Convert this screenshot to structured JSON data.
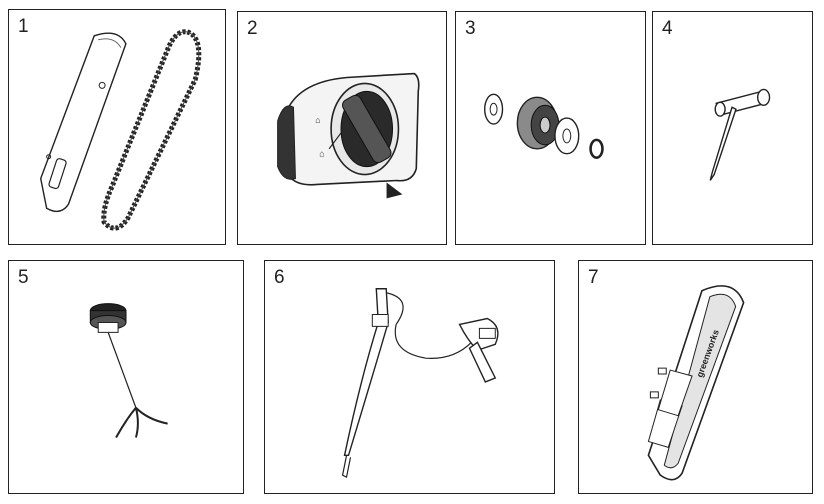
{
  "panels": [
    {
      "number": "1",
      "icon": "guide-bar-and-chain-icon"
    },
    {
      "number": "2",
      "icon": "chain-cover-icon"
    },
    {
      "number": "3",
      "icon": "sprocket-and-washers-icon"
    },
    {
      "number": "4",
      "icon": "bar-wrench-icon"
    },
    {
      "number": "5",
      "icon": "oil-cap-with-filter-icon"
    },
    {
      "number": "6",
      "icon": "shoulder-strap-icon"
    },
    {
      "number": "7",
      "icon": "bar-scabbard-icon"
    }
  ],
  "scabbard_logo_text": "greenworks"
}
